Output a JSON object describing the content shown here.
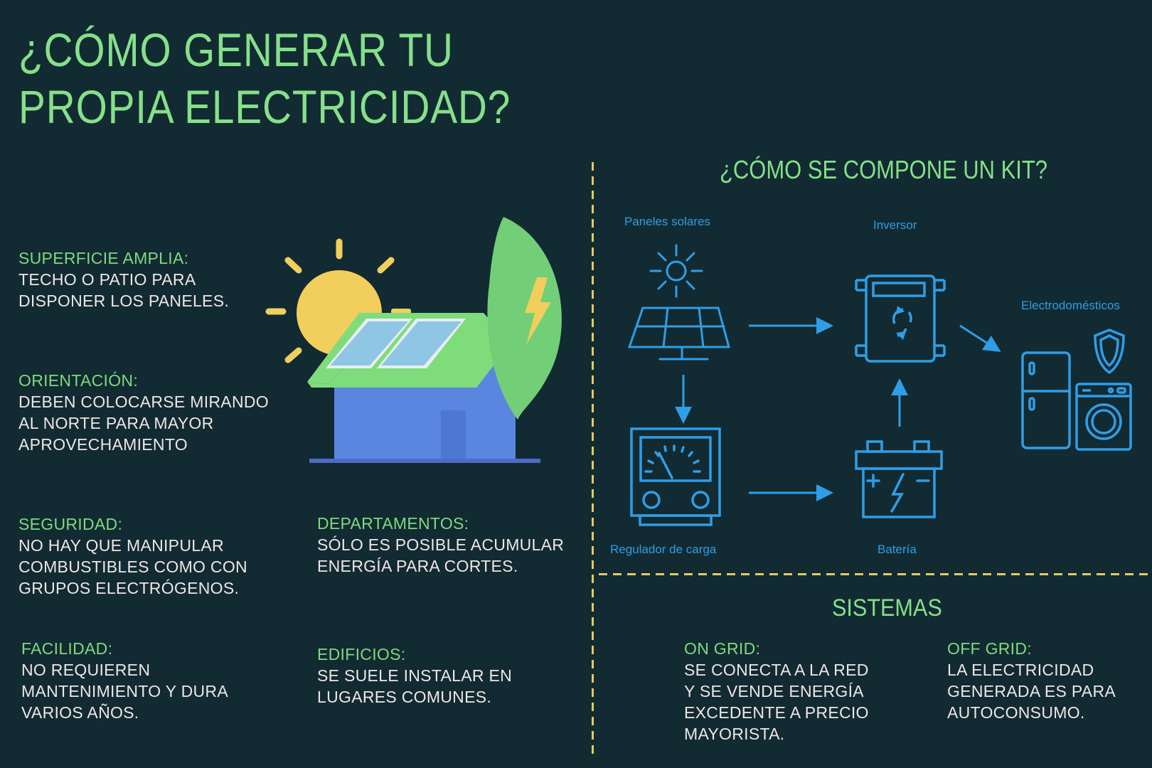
{
  "header": {
    "title_line1": "¿CÓMO GENERAR TU",
    "title_line2": "PROPIA ELECTRICIDAD?"
  },
  "requirements": [
    {
      "heading": "SUPERFICIE AMPLIA:",
      "lines": [
        "TECHO O PATIO PARA",
        "DISPONER LOS PANELES."
      ]
    },
    {
      "heading": "ORIENTACIÓN:",
      "lines": [
        "DEBEN COLOCARSE MIRANDO",
        "AL NORTE PARA MAYOR",
        "APROVECHAMIENTO"
      ]
    },
    {
      "heading": "SEGURIDAD:",
      "lines": [
        "NO HAY QUE MANIPULAR",
        "COMBUSTIBLES COMO CON",
        "GRUPOS ELECTRÓGENOS."
      ]
    },
    {
      "heading": "FACILIDAD:",
      "lines": [
        "NO REQUIEREN",
        "MANTENIMIENTO Y DURA",
        "VARIOS AÑOS."
      ]
    },
    {
      "heading": "DEPARTAMENTOS:",
      "lines": [
        "SÓLO ES POSIBLE ACUMULAR",
        "ENERGÍA PARA CORTES."
      ]
    },
    {
      "heading": "EDIFICIOS:",
      "lines": [
        "SE SUELE INSTALAR EN",
        "LUGARES COMUNES."
      ]
    }
  ],
  "illustration": {
    "icons": [
      "sun-icon",
      "house-icon",
      "solar-panel-icon",
      "leaf-icon",
      "lightning-icon"
    ]
  },
  "kit": {
    "title": "¿CÓMO SE COMPONE UN KIT?",
    "components": [
      {
        "label": "Paneles solares",
        "icon": "solar-panel-icon"
      },
      {
        "label": "Inversor",
        "icon": "inverter-icon"
      },
      {
        "label": "Electrodomésticos",
        "icon": "appliances-icon"
      },
      {
        "label": "Regulador de carga",
        "icon": "charge-regulator-icon"
      },
      {
        "label": "Batería",
        "icon": "battery-icon"
      }
    ]
  },
  "systems": {
    "title": "SISTEMAS",
    "items": [
      {
        "heading": "ON GRID:",
        "lines": [
          "SE CONECTA A LA RED",
          "Y SE VENDE ENERGÍA",
          "EXCEDENTE A PRECIO",
          "MAYORISTA."
        ]
      },
      {
        "heading": "OFF GRID:",
        "lines": [
          "LA ELECTRICIDAD",
          "GENERADA ES PARA",
          "AUTOCONSUMO."
        ]
      }
    ]
  },
  "colors": {
    "background": "#122a31",
    "accent_green": "#86e08a",
    "body_text": "#eee6e6",
    "icon_blue": "#2f9ee6",
    "divider_yellow": "#e8c95a"
  }
}
